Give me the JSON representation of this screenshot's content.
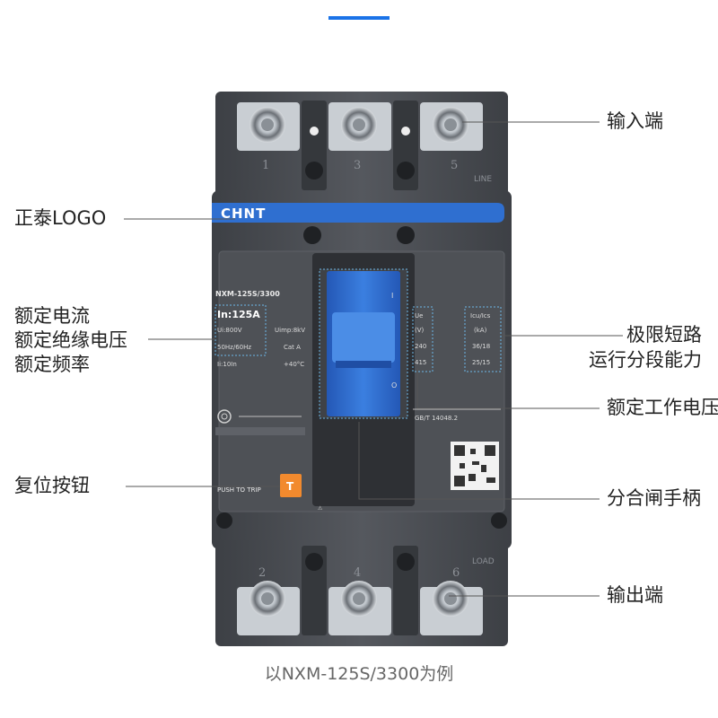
{
  "breaker": {
    "brand_logo": "CHNT",
    "model": "NXM-125S/3300",
    "rated_current": "In:125A",
    "ui": "Ui:800V",
    "uimp": "Uimp:8kV",
    "frequency": "50Hz/60Hz",
    "category": "Cat A",
    "ii": "Ii:10In",
    "temperature": "+40°C",
    "ue_header": "Ue",
    "ue_unit": "(V)",
    "ue_1": "240",
    "ue_2": "415",
    "icu_header": "Icu/Ics",
    "icu_unit": "(kA)",
    "icu_1": "36/18",
    "icu_2": "25/15",
    "standard": "GB/T 14048.2",
    "push_to_trip": "PUSH TO TRIP",
    "push_button": "T",
    "line_text": "LINE",
    "load_text": "LOAD",
    "terminal_top": [
      "1",
      "3",
      "5"
    ],
    "terminal_bottom": [
      "2",
      "4",
      "6"
    ]
  },
  "labels": {
    "input_terminal": "输入端",
    "chint_logo": "正泰LOGO",
    "rated_current": "额定电流",
    "rated_insulation": "额定绝缘电压",
    "rated_frequency": "额定频率",
    "limit_breaking_1": "极限短路",
    "limit_breaking_2": "运行分段能力",
    "rated_working_voltage": "额定工作电压",
    "reset_button": "复位按钮",
    "handle": "分合闸手柄",
    "output_terminal": "输出端"
  },
  "caption": "以NXM-125S/3300为例",
  "colors": {
    "accent": "#1a73e8",
    "body": "#4a4d52",
    "handle": "#2f6fd0",
    "reset": "#f28a2e"
  }
}
